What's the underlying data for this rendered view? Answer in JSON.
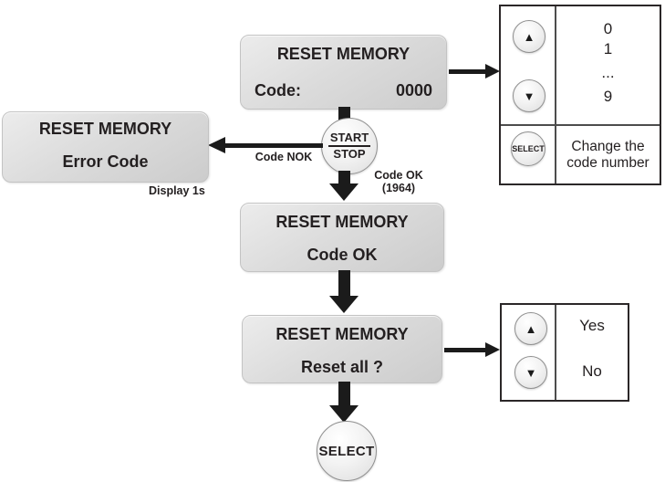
{
  "screens": {
    "enter_code": {
      "title": "RESET MEMORY",
      "label": "Code:",
      "value": "0000"
    },
    "error": {
      "title": "RESET MEMORY",
      "line2": "Error Code",
      "caption": "Display 1s"
    },
    "code_ok": {
      "title": "RESET MEMORY",
      "line2": "Code OK"
    },
    "reset_all": {
      "title": "RESET MEMORY",
      "line2": "Reset all ?"
    }
  },
  "buttons": {
    "start_stop": {
      "line1": "START",
      "line2": "STOP"
    },
    "select": "SELECT"
  },
  "edges": {
    "code_nok": "Code NOK",
    "code_ok": "Code OK",
    "code_ok_sub": "(1964)"
  },
  "code_panel": {
    "values": [
      "0",
      "1",
      "...",
      "9"
    ],
    "select_label": "SELECT",
    "description_line1": "Change the",
    "description_line2": "code number"
  },
  "confirm_panel": {
    "yes": "Yes",
    "no": "No"
  },
  "icons": {
    "up": "▲",
    "down": "▼"
  },
  "colors": {
    "text": "#231f20",
    "arrow": "#1b1b1b",
    "screen_fill": "#d9d9d9",
    "panel_border": "#2b2728"
  }
}
